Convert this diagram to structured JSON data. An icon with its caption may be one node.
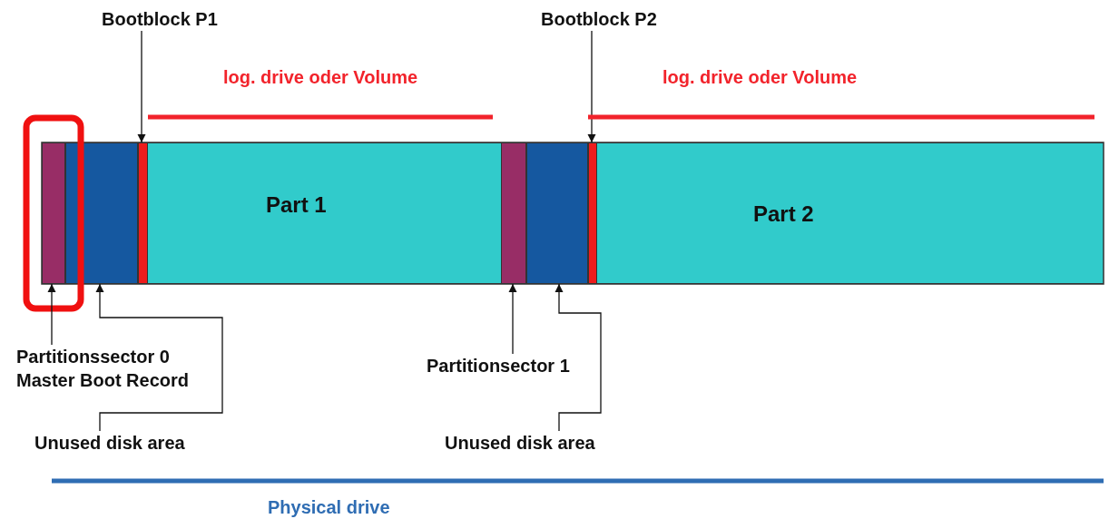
{
  "diagram": {
    "nodes": [
      {
        "text": [
          "Bootblock P1"
        ]
      },
      {
        "text": [
          "Bootblock P2"
        ]
      },
      {
        "text": [],
        "shape": "box"
      },
      {
        "text": [],
        "shape": "box"
      },
      {
        "text": [],
        "shape": "box"
      },
      {
        "text": [
          "Part 1"
        ]
      },
      {
        "text": [],
        "shape": "box"
      },
      {
        "text": [],
        "shape": "box"
      },
      {
        "text": [],
        "shape": "box"
      },
      {
        "text": [
          "Part 2"
        ]
      },
      {
        "text": [
          "Partitionssector 0 Master Boot Record"
        ]
      },
      {
        "text": [
          "Partitionsector 1"
        ]
      },
      {
        "text": [
          "Unused disk area"
        ]
      },
      {
        "text": [
          "Unused disk area"
        ]
      }
    ],
    "edges": [
      {
        "from": 0,
        "to": 4,
        "arrow": "to"
      },
      {
        "from": 1,
        "to": 8,
        "arrow": "to"
      },
      {
        "from": 10,
        "to": 2,
        "arrow": "to"
      },
      {
        "from": 11,
        "to": 6,
        "arrow": "to"
      },
      {
        "from": 12,
        "to": 3,
        "arrow": "to"
      },
      {
        "from": 13,
        "to": 7,
        "arrow": "to"
      }
    ],
    "labels": [
      "log. drive oder Volume",
      "log. drive oder Volume",
      "Physical drive"
    ]
  }
}
